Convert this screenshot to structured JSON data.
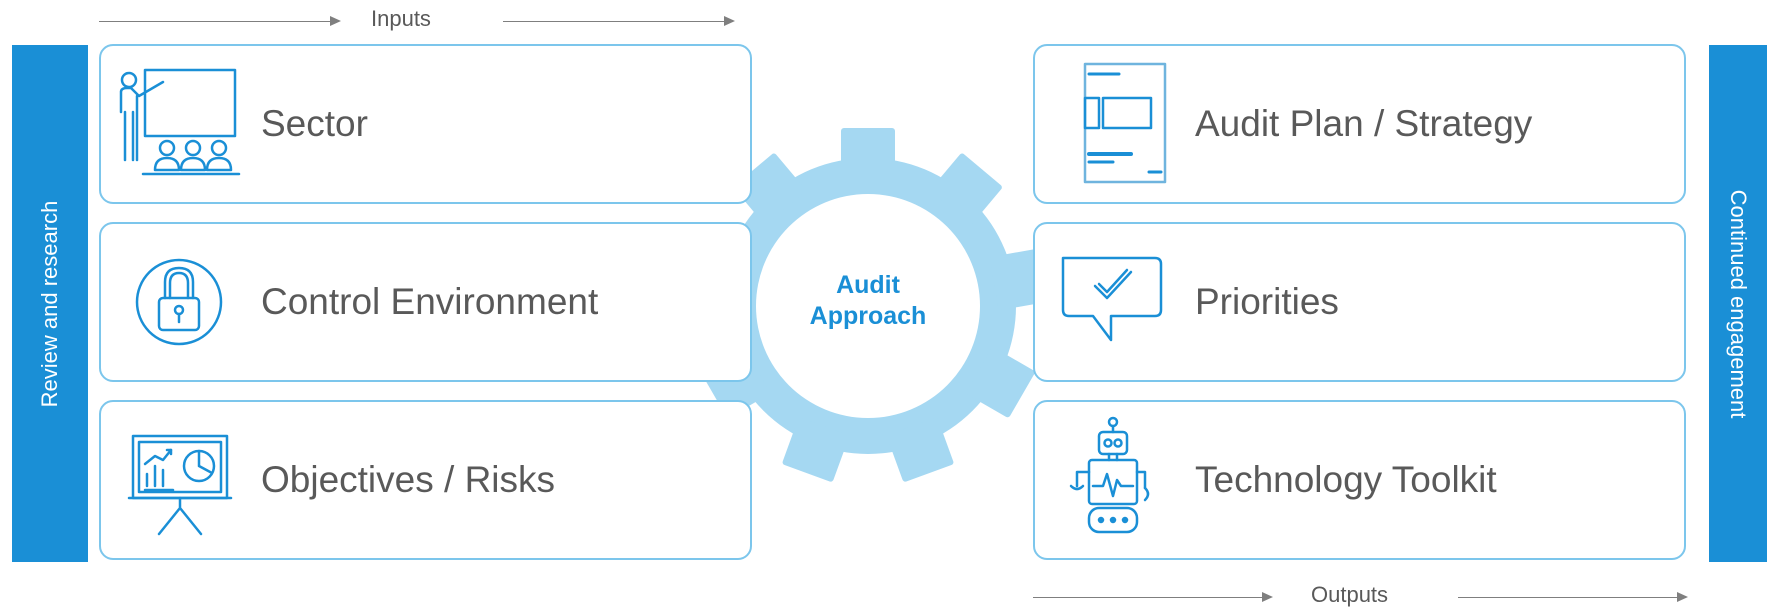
{
  "flows": {
    "inputs_label": "Inputs",
    "outputs_label": "Outputs"
  },
  "side": {
    "left_label": "Review and research",
    "right_label": "Continued engagement"
  },
  "center": {
    "line1": "Audit",
    "line2": "Approach"
  },
  "inputs": [
    {
      "label": "Sector",
      "icon": "presentation-audience-icon"
    },
    {
      "label": "Control Environment",
      "icon": "padlock-icon"
    },
    {
      "label": "Objectives / Risks",
      "icon": "chart-easel-icon"
    }
  ],
  "outputs": [
    {
      "label": "Audit Plan / Strategy",
      "icon": "document-layout-icon"
    },
    {
      "label": "Priorities",
      "icon": "speech-bubble-check-icon"
    },
    {
      "label": "Technology Toolkit",
      "icon": "robot-icon"
    }
  ],
  "colors": {
    "accent_blue": "#1a8fd6",
    "gear_fill": "#a5d8f2",
    "card_border": "#7cc6ec",
    "text_gray": "#595959",
    "arrow_gray": "#7f7f7f"
  }
}
